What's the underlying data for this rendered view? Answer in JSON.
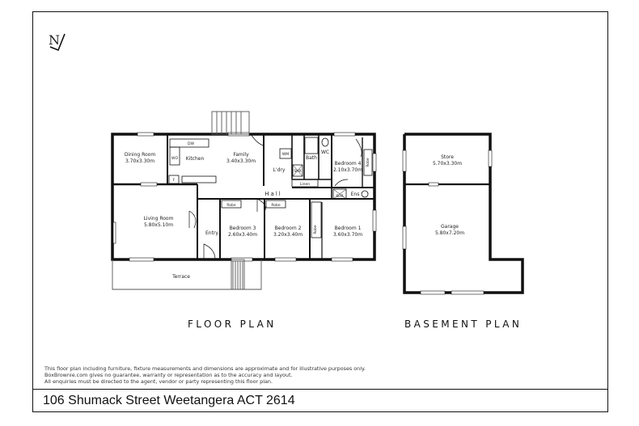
{
  "compass": {
    "label": "N"
  },
  "rooms": {
    "dining": {
      "name": "Dining Room",
      "dims": "3.70x3.30m"
    },
    "kitchen": {
      "name": "Kitchen"
    },
    "family": {
      "name": "Family",
      "dims": "3.40x3.30m"
    },
    "laundry": {
      "name": "L'dry"
    },
    "bath": {
      "name": "Bath"
    },
    "wc": {
      "name": "WC"
    },
    "bedroom4": {
      "name": "Bedroom 4",
      "dims": "2.10x3.70m"
    },
    "hall": {
      "name": "Hall"
    },
    "living": {
      "name": "Living Room",
      "dims": "5.80x5.10m"
    },
    "entry": {
      "name": "Entry"
    },
    "bedroom3": {
      "name": "Bedroom 3",
      "dims": "2.60x3.40m"
    },
    "bedroom2": {
      "name": "Bedroom 2",
      "dims": "3.20x3.40m"
    },
    "bedroom1": {
      "name": "Bedroom 1",
      "dims": "3.60x3.70m"
    },
    "ensuite": {
      "name": "Ens"
    },
    "terrace": {
      "name": "Terrace"
    },
    "store": {
      "name": "Store",
      "dims": "5.70x3.30m"
    },
    "garage": {
      "name": "Garage",
      "dims": "5.80x7.20m"
    }
  },
  "fixtures": {
    "robe": "Robe",
    "linen": "Linen",
    "wm": "WM",
    "dw": "DW",
    "fridge": "F",
    "wo": "WO",
    "shower": "SHR"
  },
  "titles": {
    "floor": "FLOOR PLAN",
    "basement": "BASEMENT PLAN"
  },
  "disclaimer": [
    "This floor plan including furniture, fixture measurements and dimensions are approximate and for illustrative purposes only.",
    "BoxBrownie.com gives no guarantee, warranty or representation as to the accuracy and layout.",
    "All enquiries must be directed to the agent, vendor or party representing this floor plan."
  ],
  "address": "106 Shumack Street Weetangera ACT 2614"
}
